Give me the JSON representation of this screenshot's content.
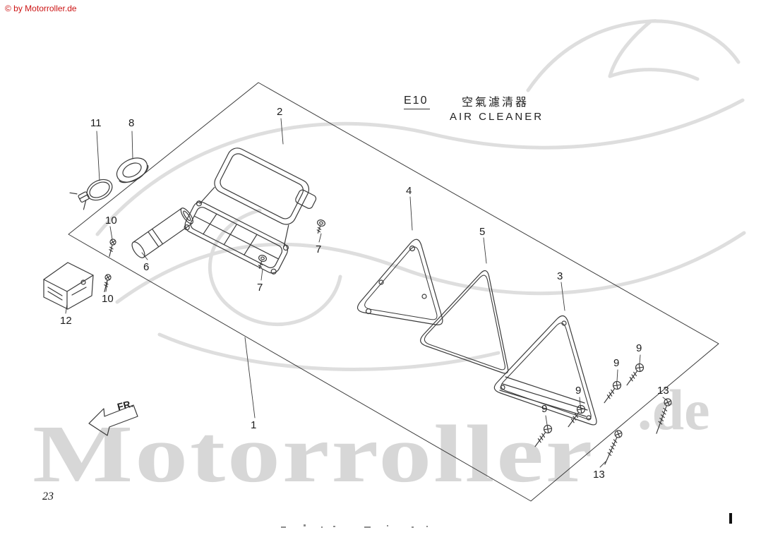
{
  "page": {
    "copyright": "© by Motorroller.de",
    "page_number": "23"
  },
  "title": {
    "section_code": "E10",
    "name_chinese": "空氣濾清器",
    "name_english": "AIR CLEANER"
  },
  "direction_arrow": {
    "label": "FR."
  },
  "watermark": {
    "main": "Motorroller",
    "suffix": ".de"
  },
  "diagram": {
    "type": "exploded-parts-diagram",
    "assembly": "AIR CLEANER",
    "colors": {
      "line": "#3a3a3a",
      "copyright_red": "#cc1414",
      "watermark_gray": "#d7d7d7"
    },
    "callouts": [
      {
        "num": "11"
      },
      {
        "num": "8"
      },
      {
        "num": "2"
      },
      {
        "num": "7"
      },
      {
        "num": "7"
      },
      {
        "num": "6"
      },
      {
        "num": "10"
      },
      {
        "num": "10"
      },
      {
        "num": "12"
      },
      {
        "num": "4"
      },
      {
        "num": "5"
      },
      {
        "num": "3"
      },
      {
        "num": "9"
      },
      {
        "num": "9"
      },
      {
        "num": "9"
      },
      {
        "num": "9"
      },
      {
        "num": "13"
      },
      {
        "num": "13"
      },
      {
        "num": "1"
      }
    ]
  }
}
